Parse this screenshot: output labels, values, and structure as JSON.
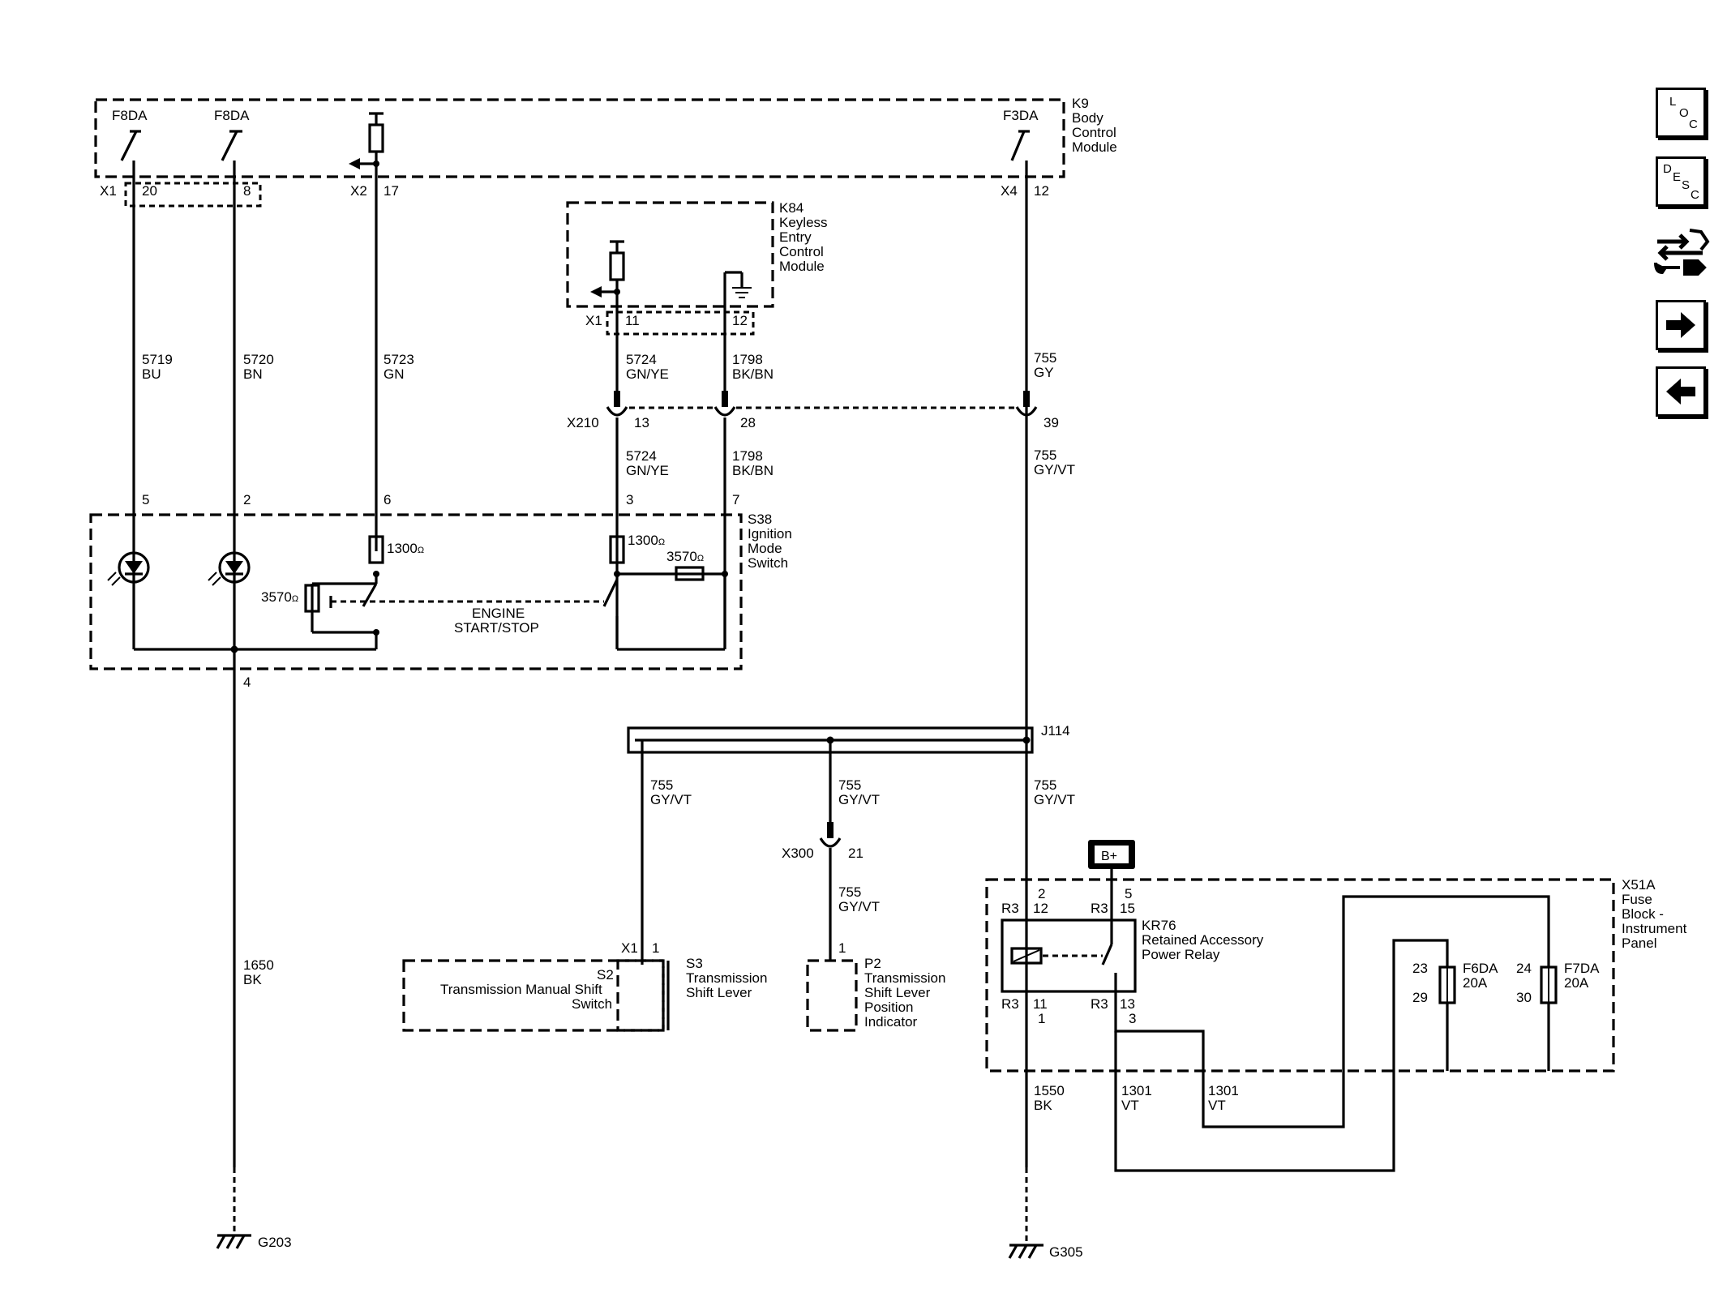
{
  "modules": {
    "k9": {
      "id": "K9",
      "l1": "Body",
      "l2": "Control",
      "l3": "Module"
    },
    "k84": {
      "id": "K84",
      "l1": "Keyless",
      "l2": "Entry",
      "l3": "Control",
      "l4": "Module"
    },
    "s38": {
      "id": "S38",
      "l1": "Ignition",
      "l2": "Mode",
      "l3": "Switch"
    },
    "x51a": {
      "id": "X51A",
      "l1": "Fuse",
      "l2": "Block -",
      "l3": "Instrument",
      "l4": "Panel"
    },
    "kr76": {
      "id": "KR76",
      "l1": "Retained Accessory",
      "l2": "Power Relay"
    },
    "s2": {
      "id": "S2",
      "l1": "Transmission Manual Shift",
      "l2": "Switch"
    },
    "s3": {
      "id": "S3",
      "l1": "Transmission",
      "l2": "Shift Lever"
    },
    "p2": {
      "id": "P2",
      "l1": "Transmission",
      "l2": "Shift Lever",
      "l3": "Position",
      "l4": "Indicator"
    }
  },
  "drivers": {
    "d1": "F8DA",
    "d2": "F8DA",
    "d3": "F3DA"
  },
  "connectors": {
    "x1_k9": "X1",
    "x2_k9": "X2",
    "x4_k9": "X4",
    "x1_k84": "X1",
    "x210": "X210",
    "x300": "X300",
    "x1_s2": "X1",
    "r3a": "R3",
    "r3b": "R3",
    "r3c": "R3",
    "r3d": "R3",
    "j114": "J114"
  },
  "pins": {
    "p20": "20",
    "p8": "8",
    "p17": "17",
    "p12k9": "12",
    "p11k84": "11",
    "p12k84": "12",
    "p13": "13",
    "p28": "28",
    "p39": "39",
    "p5": "5",
    "p2": "2",
    "p6": "6",
    "p3": "3",
    "p7": "7",
    "p4": "4",
    "p21": "21",
    "p1s2": "1",
    "p1p2": "1",
    "r2": "2",
    "r12": "12",
    "r5": "5",
    "r15": "15",
    "r11": "11",
    "r1": "1",
    "r13": "13",
    "r3": "3",
    "f23": "23",
    "f29": "29",
    "f24": "24",
    "f30": "30"
  },
  "wires": {
    "w5719": {
      "num": "5719",
      "color": "BU"
    },
    "w5720": {
      "num": "5720",
      "color": "BN"
    },
    "w5723": {
      "num": "5723",
      "color": "GN"
    },
    "w5724a": {
      "num": "5724",
      "color": "GN/YE"
    },
    "w1798a": {
      "num": "1798",
      "color": "BK/BN"
    },
    "w755a": {
      "num": "755",
      "color": "GY"
    },
    "w5724b": {
      "num": "5724",
      "color": "GN/YE"
    },
    "w1798b": {
      "num": "1798",
      "color": "BK/BN"
    },
    "w755b": {
      "num": "755",
      "color": "GY/VT"
    },
    "w755c": {
      "num": "755",
      "color": "GY/VT"
    },
    "w755d": {
      "num": "755",
      "color": "GY/VT"
    },
    "w755e": {
      "num": "755",
      "color": "GY/VT"
    },
    "w755f": {
      "num": "755",
      "color": "GY/VT"
    },
    "w1650": {
      "num": "1650",
      "color": "BK"
    },
    "w1550": {
      "num": "1550",
      "color": "BK"
    },
    "w1301a": {
      "num": "1301",
      "color": "VT"
    },
    "w1301b": {
      "num": "1301",
      "color": "VT"
    }
  },
  "resistors": {
    "r1": "1300",
    "r2": "3570",
    "r3": "1300",
    "r4": "3570",
    "unit": "Ω"
  },
  "switch_label": {
    "l1": "ENGINE",
    "l2": "START/STOP"
  },
  "fuses": {
    "f6": {
      "id": "F6DA",
      "rating": "20A"
    },
    "f7": {
      "id": "F7DA",
      "rating": "20A"
    }
  },
  "power": {
    "bplus": "B+"
  },
  "grounds": {
    "g203": "G203",
    "g305": "G305"
  },
  "nav": {
    "loc": {
      "l": "L",
      "o": "O",
      "c": "C"
    },
    "desc": {
      "d": "D",
      "e": "E",
      "s": "S",
      "c": "C"
    }
  }
}
